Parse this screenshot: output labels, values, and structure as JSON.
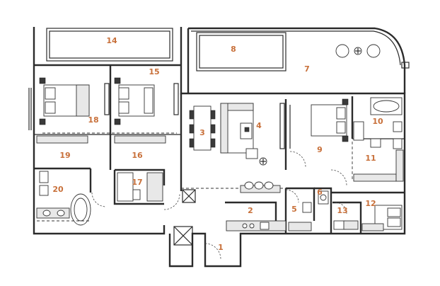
{
  "colors": {
    "label": "#c8703a",
    "wall": "#2b2b2b"
  },
  "rooms": [
    {
      "id": "1",
      "label": "1"
    },
    {
      "id": "2",
      "label": "2"
    },
    {
      "id": "3",
      "label": "3"
    },
    {
      "id": "4",
      "label": "4"
    },
    {
      "id": "5",
      "label": "5"
    },
    {
      "id": "6",
      "label": "6"
    },
    {
      "id": "7",
      "label": "7"
    },
    {
      "id": "8",
      "label": "8"
    },
    {
      "id": "9",
      "label": "9"
    },
    {
      "id": "10",
      "label": "10"
    },
    {
      "id": "11",
      "label": "11"
    },
    {
      "id": "12",
      "label": "12"
    },
    {
      "id": "13",
      "label": "13"
    },
    {
      "id": "14",
      "label": "14"
    },
    {
      "id": "15",
      "label": "15"
    },
    {
      "id": "16",
      "label": "16"
    },
    {
      "id": "17",
      "label": "17"
    },
    {
      "id": "18",
      "label": "18"
    },
    {
      "id": "19",
      "label": "19"
    },
    {
      "id": "20",
      "label": "20"
    }
  ]
}
